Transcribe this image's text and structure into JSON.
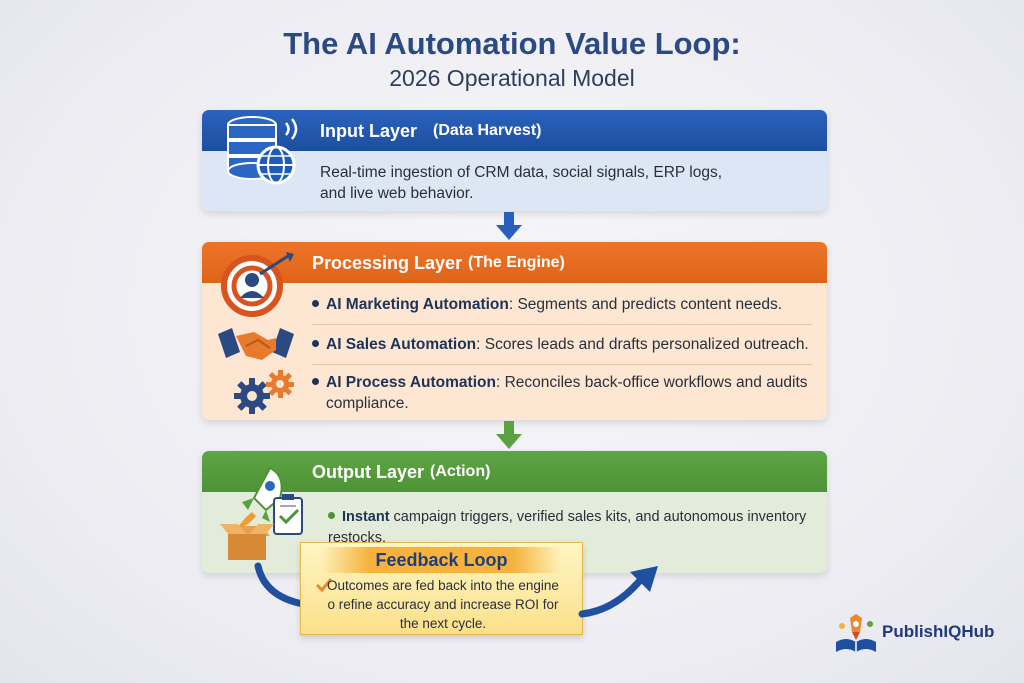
{
  "header": {
    "title": "The AI Automation Value Loop:",
    "subtitle": "2026 Operational Model"
  },
  "input_layer": {
    "title": "Input Layer",
    "subtitle": "(Data Harvest)",
    "text_line1": "Real-time ingestion of CRM data, social signals, ERP logs,",
    "text_line2": "and live web behavior.",
    "color": "#1d4f9f",
    "icon": "database-globe-icon"
  },
  "processing_layer": {
    "title": "Processing Layer",
    "subtitle": "(The Engine)",
    "color": "#e56a1e",
    "items": [
      {
        "label": "AI Marketing Automation",
        "text": ": Segments and predicts content needs.",
        "icon": "target-person-icon"
      },
      {
        "label": "AI Sales Automation",
        "text": ": Scores leads and drafts personalized outreach.",
        "icon": "handshake-icon"
      },
      {
        "label": "AI Process Automation",
        "text": ": Reconciles back-office workflows and audits",
        "text2": "compliance.",
        "icon": "gears-icon"
      }
    ]
  },
  "output_layer": {
    "title": "Output Layer",
    "subtitle": "(Action)",
    "color": "#56a03d",
    "item": {
      "label": "Instant",
      "text": " campaign triggers, verified sales kits, and autonomous inventory restocks."
    },
    "icon": "rocket-box-clipboard-icon"
  },
  "feedback": {
    "title": "Feedback Loop",
    "line1": "Outcomes are fed back into the engine",
    "line2": "o refine accuracy and increase ROI for",
    "line3": "the next cycle."
  },
  "logo": {
    "text": "PublishIQHub"
  }
}
